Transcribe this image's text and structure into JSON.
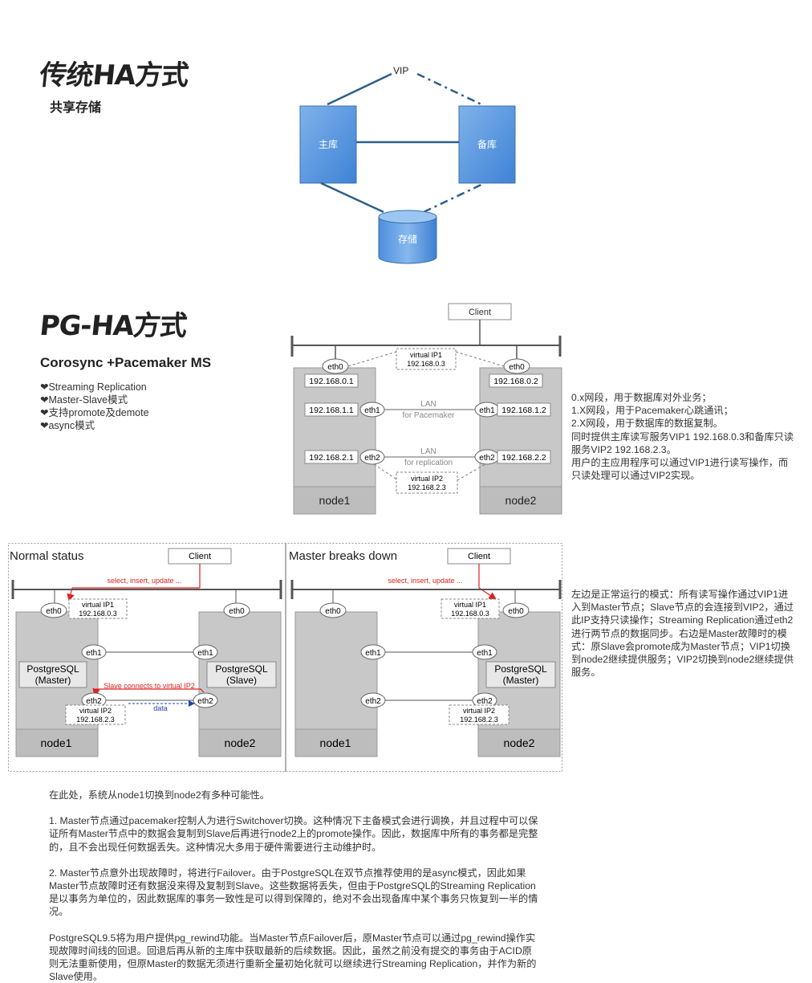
{
  "section1": {
    "title": "传统HA方式",
    "subtitle": "共享存储",
    "diagram": {
      "vip": "VIP",
      "master": "主库",
      "standby": "备库",
      "storage": "存储"
    }
  },
  "section2": {
    "title": "PG-HA方式",
    "subtitle": "Corosync +Pacemaker MS",
    "bullets": [
      "❤Streaming Replication",
      "❤Master-Slave模式",
      "❤支持promote及demote",
      "❤async模式"
    ],
    "diagram": {
      "client": "Client",
      "eth0": "eth0",
      "eth1": "eth1",
      "eth2": "eth2",
      "vip1_label": "virtual IP1",
      "vip1_addr": "192.168.0.3",
      "vip2_label": "virtual IP2",
      "vip2_addr": "192.168.2.3",
      "n1_ip0": "192.168.0.1",
      "n1_ip1": "192.168.1.1",
      "n1_ip2": "192.168.2.1",
      "n2_ip0": "192.168.0.2",
      "n2_ip1": "192.168.1.2",
      "n2_ip2": "192.168.2.2",
      "lan1_a": "LAN",
      "lan1_b": "for Pacemaker",
      "lan2_a": "LAN",
      "lan2_b": "for replication",
      "node1": "node1",
      "node2": "node2"
    },
    "desc": [
      "0.x网段，用于数据库对外业务；",
      "1.X网段，用于Pacemaker心跳通讯；",
      "2.X网段，用于数据库的数据复制。",
      "同时提供主库读写服务VIP1 192.168.0.3和备库只读",
      "服务VIP2 192.168.2.3。",
      "用户的主应用程序可以通过VIP1进行读写操作，而",
      "只读处理可以通过VIP2实现。"
    ]
  },
  "section3": {
    "left": {
      "status": "Normal status",
      "client": "Client",
      "query": "select, insert, update ...",
      "pg_master": [
        "PostgreSQL",
        "(Master)"
      ],
      "pg_slave": [
        "PostgreSQL",
        "(Slave)"
      ],
      "slave_conn": "Slave connects to virtual IP2",
      "data": "data",
      "eth0": "eth0",
      "eth1": "eth1",
      "eth2": "eth2",
      "vip1_label": "virtual IP1",
      "vip1_addr": "192.168.0.3",
      "vip2_label": "virtual IP2",
      "vip2_addr": "192.168.2.3",
      "node1": "node1",
      "node2": "node2"
    },
    "right": {
      "status": "Master breaks down",
      "client": "Client",
      "query": "select, insert, update ...",
      "pg_master": [
        "PostgreSQL",
        "(Master)"
      ],
      "eth0": "eth0",
      "eth1": "eth1",
      "eth2": "eth2",
      "vip1_label": "virtual IP1",
      "vip1_addr": "192.168.0.3",
      "vip2_label": "virtual IP2",
      "vip2_addr": "192.168.2.3",
      "node1": "node1",
      "node2": "node2"
    },
    "desc": [
      "左边是正常运行的模式：所有读写操作通过VIP1进",
      "入到Master节点；Slave节点的会连接到VIP2，通过",
      "此IP支持只读操作；Streaming Replication通过eth2",
      "进行两节点的数据同步。右边是Master故障时的模",
      "式：原Slave会promote成为Master节点；VIP1切换",
      "到node2继续提供服务；VIP2切换到node2继续提供",
      "服务。"
    ]
  },
  "body": {
    "p1": [
      "在此处，系统从node1切换到node2有多种可能性。"
    ],
    "p2": [
      "1. Master节点通过pacemaker控制人为进行Switchover切换。这种情况下主备模式会进行调换，并且过程中可以保",
      "证所有Master节点中的数据会复制到Slave后再进行node2上的promote操作。因此，数据库中所有的事务都是完整",
      "的，且不会出现任何数据丢失。这种情况大多用于硬件需要进行主动维护时。"
    ],
    "p3": [
      "2. Master节点意外出现故障时，将进行Failover。由于PostgreSQL在双节点推荐使用的是async模式，因此如果",
      "Master节点故障时还有数据没来得及复制到Slave。这些数据将丢失，但由于PostgreSQL的Streaming Replication",
      "是以事务为单位的，因此数据库的事务一致性是可以得到保障的，绝对不会出现备库中某个事务只恢复到一半的情",
      "况。"
    ],
    "p4": [
      "PostgreSQL9.5将为用户提供pg_rewind功能。当Master节点Failover后，原Master节点可以通过pg_rewind操作实",
      "现故障时间线的回退。回退后再从新的主库中获取最新的后续数据。因此，虽然之前没有提交的事务由于ACID原",
      "则无法重新使用，但原Master的数据无须进行重新全量初始化就可以继续进行Streaming Replication，并作为新的",
      "Slave使用。"
    ]
  }
}
